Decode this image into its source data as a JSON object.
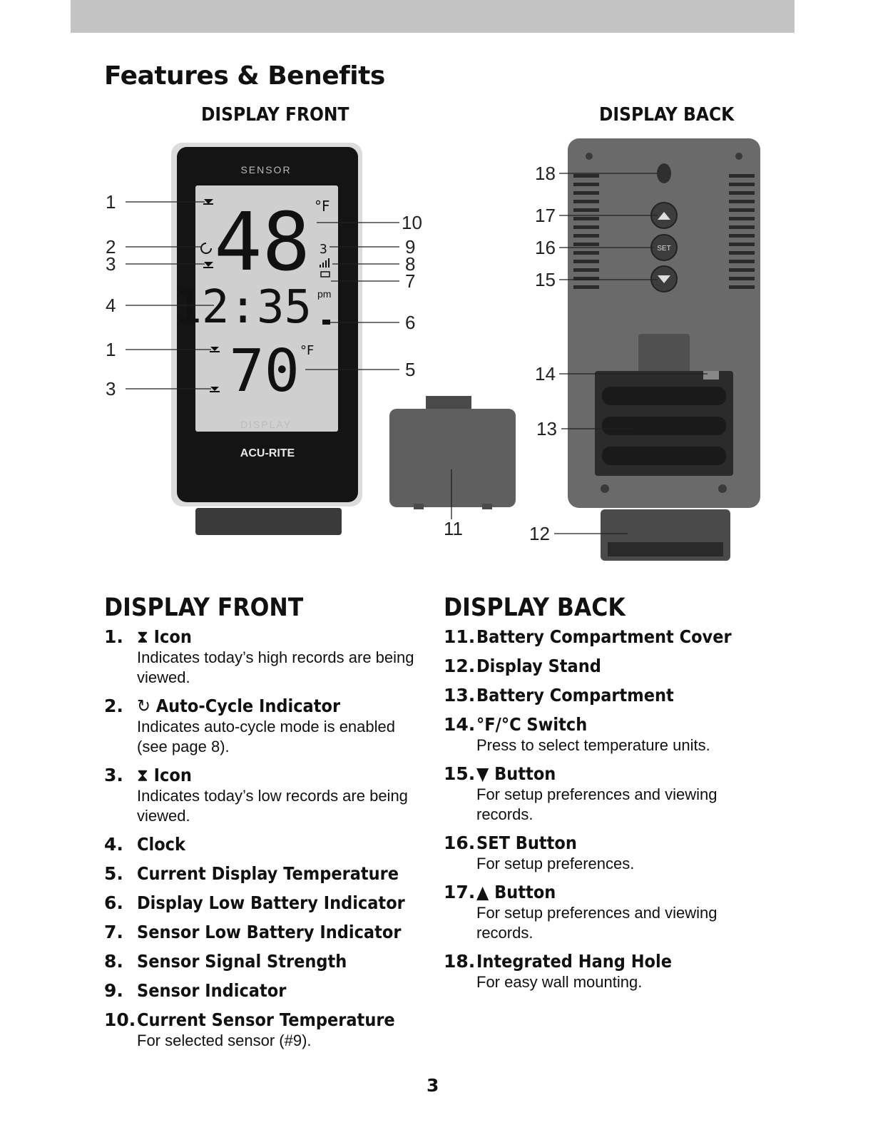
{
  "page_title": "Features & Benefits",
  "figure": {
    "front_caption": "DISPLAY FRONT",
    "back_caption": "DISPLAY BACK",
    "device_front": {
      "top_label": "SENSOR",
      "bottom_label": "DISPLAY",
      "brand": "ACU-RITE",
      "sensor_temp": "48",
      "sensor_unit": "°F",
      "clock": "12:35",
      "clock_period": "pm",
      "display_temp": "70",
      "display_unit": "°F",
      "sensor_channel": "3"
    },
    "device_back": {
      "set_label": "SET"
    },
    "callouts_front_left": [
      "1",
      "2",
      "3",
      "4",
      "1",
      "3"
    ],
    "callouts_front_right": [
      "10",
      "9",
      "8",
      "7",
      "6",
      "5"
    ],
    "callout_cover": "11",
    "callouts_back": [
      "18",
      "17",
      "16",
      "15",
      "14",
      "13",
      "12"
    ]
  },
  "front_list": {
    "heading": "DISPLAY FRONT",
    "items": [
      {
        "num": "1.",
        "glyph": "⧗",
        "label": "Icon",
        "desc": "Indicates today’s high records are being viewed."
      },
      {
        "num": "2.",
        "glyph": "↻",
        "label": "Auto-Cycle Indicator",
        "desc": "Indicates auto-cycle mode is enabled (see page 8)."
      },
      {
        "num": "3.",
        "glyph": "⧗",
        "label": "Icon",
        "desc": "Indicates today’s low records are being viewed."
      },
      {
        "num": "4.",
        "glyph": "",
        "label": "Clock",
        "desc": ""
      },
      {
        "num": "5.",
        "glyph": "",
        "label": "Current Display Temperature",
        "desc": ""
      },
      {
        "num": "6.",
        "glyph": "",
        "label": "Display Low Battery Indicator",
        "desc": ""
      },
      {
        "num": "7.",
        "glyph": "",
        "label": "Sensor Low Battery Indicator",
        "desc": ""
      },
      {
        "num": "8.",
        "glyph": "",
        "label": "Sensor Signal Strength",
        "desc": ""
      },
      {
        "num": "9.",
        "glyph": "",
        "label": "Sensor Indicator",
        "desc": ""
      },
      {
        "num": "10.",
        "glyph": "",
        "label": "Current Sensor Temperature",
        "desc": "For selected sensor (#9)."
      }
    ]
  },
  "back_list": {
    "heading": "DISPLAY BACK",
    "items": [
      {
        "num": "11.",
        "glyph": "",
        "label": "Battery Compartment Cover",
        "desc": ""
      },
      {
        "num": "12.",
        "glyph": "",
        "label": "Display Stand",
        "desc": ""
      },
      {
        "num": "13.",
        "glyph": "",
        "label": "Battery Compartment",
        "desc": ""
      },
      {
        "num": "14.",
        "glyph": "",
        "label": "°F/°C Switch",
        "desc": "Press to select temperature units."
      },
      {
        "num": "15.",
        "glyph": "▼",
        "label": "Button",
        "desc": "For setup preferences and viewing records."
      },
      {
        "num": "16.",
        "glyph": "",
        "label": "SET Button",
        "desc": "For setup preferences."
      },
      {
        "num": "17.",
        "glyph": "▲",
        "label": "Button",
        "desc": "For setup preferences and viewing records."
      },
      {
        "num": "18.",
        "glyph": "",
        "label": "Integrated Hang Hole",
        "desc": "For easy wall mounting."
      }
    ]
  },
  "page_number": "3"
}
